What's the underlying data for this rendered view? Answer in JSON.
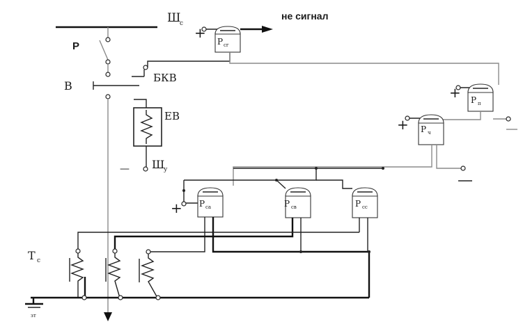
{
  "labels": {
    "bus_main": "Ш",
    "bus_main_sub": "с",
    "signal": "не сигнал",
    "disconnector": "Р",
    "aux_contact": "БКВ",
    "breaker": "В",
    "trip_coil": "ЕВ",
    "control_bus": "Ш",
    "control_bus_sub": "у",
    "ct": "Т",
    "ct_sub": "с",
    "ground_sub": "зт",
    "plus": "+",
    "minus": "—"
  },
  "relays": [
    {
      "id": "rsg",
      "main": "Р",
      "sub": "сг"
    },
    {
      "id": "rp",
      "main": "Р",
      "sub": "п"
    },
    {
      "id": "rch",
      "main": "Р",
      "sub": "ч"
    },
    {
      "id": "rsa",
      "main": "Р",
      "sub": "са"
    },
    {
      "id": "rsv",
      "main": "Р",
      "sub": "св"
    },
    {
      "id": "rss",
      "main": "Р",
      "sub": "сс"
    }
  ]
}
